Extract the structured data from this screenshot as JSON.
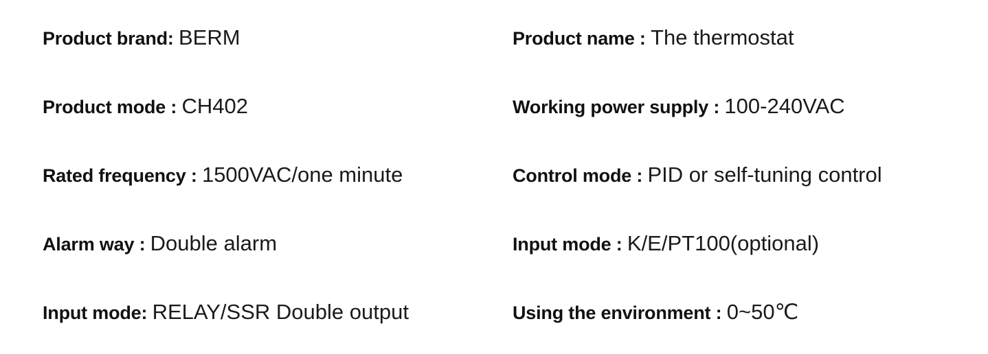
{
  "specs": {
    "rows": [
      {
        "left": {
          "label": "Product brand:",
          "value": "BERM"
        },
        "right": {
          "label": "Product name :",
          "value": "The thermostat"
        }
      },
      {
        "left": {
          "label": "Product mode :",
          "value": "CH402"
        },
        "right": {
          "label": "Working power supply :",
          "value": "100-240VAC"
        }
      },
      {
        "left": {
          "label": "Rated frequency :",
          "value": "1500VAC/one minute"
        },
        "right": {
          "label": "Control mode :",
          "value": "PID or self-tuning control"
        }
      },
      {
        "left": {
          "label": "Alarm way :",
          "value": "Double alarm"
        },
        "right": {
          "label": "Input mode :",
          "value": "K/E/PT100(optional)"
        }
      },
      {
        "left": {
          "label": "Input mode:",
          "value": "RELAY/SSR Double output"
        },
        "right": {
          "label": "Using the environment :",
          "value": "0~50℃"
        }
      }
    ]
  }
}
